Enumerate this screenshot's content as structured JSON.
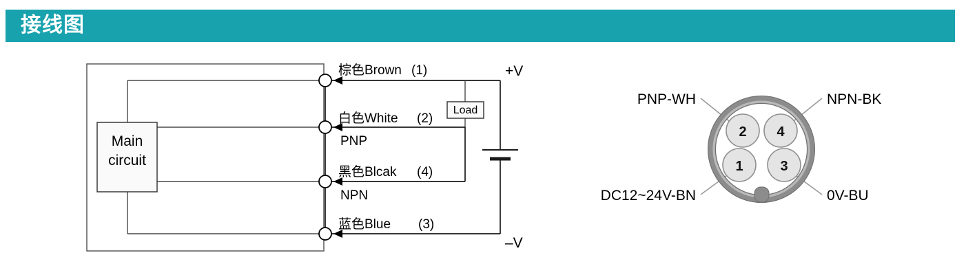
{
  "header": {
    "title": "接线图",
    "accent_color": "#17a2ae"
  },
  "circuit_diagram": {
    "main_block": {
      "line1": "Main",
      "line2": "circuit"
    },
    "load_label": "Load",
    "rail_positive": "+V",
    "rail_negative": "–V",
    "terminals": [
      {
        "id": "brown",
        "label": "棕色Brown",
        "pin": "(1)",
        "sub": ""
      },
      {
        "id": "white",
        "label": "白色White",
        "pin": "(2)",
        "sub": "PNP"
      },
      {
        "id": "black",
        "label": "黑色Blcak",
        "pin": "(4)",
        "sub": "NPN"
      },
      {
        "id": "blue",
        "label": "蓝色Blue",
        "pin": "(3)",
        "sub": ""
      }
    ]
  },
  "connector_diagram": {
    "pins": [
      {
        "number": "2",
        "position": "top-left"
      },
      {
        "number": "4",
        "position": "top-right"
      },
      {
        "number": "1",
        "position": "bottom-left"
      },
      {
        "number": "3",
        "position": "bottom-right"
      }
    ],
    "labels": {
      "top_left": "PNP-WH",
      "top_right": "NPN-BK",
      "bottom_left": "DC12~24V-BN",
      "bottom_right": "0V-BU"
    },
    "ring_color": "#8c8c8c",
    "pin_fill": "#e4e4e4"
  }
}
